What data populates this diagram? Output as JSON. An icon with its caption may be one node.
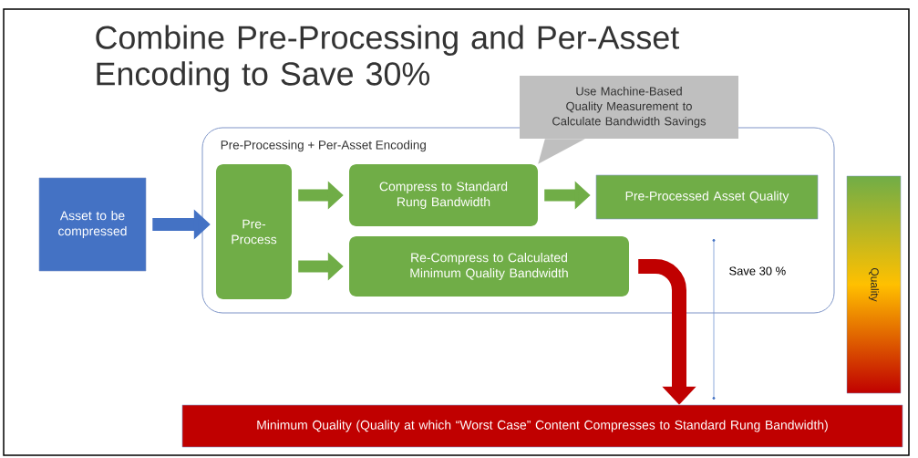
{
  "diagram": {
    "title": "Combine Pre-Processing and Per-Asset Encoding to Save 30%",
    "nodes": [
      {
        "text": [
          "Asset to be compressed"
        ]
      },
      {
        "text": [
          "Pre-Processing + Per-Asset Encoding"
        ]
      },
      {
        "text": [
          "Pre-Process"
        ],
        "in": 1
      },
      {
        "text": [
          "Compress to Standard Rung Bandwidth"
        ],
        "in": 1
      },
      {
        "text": [
          "Pre-Processed Asset Quality"
        ],
        "in": 1
      },
      {
        "text": [
          "Re-Compress to Calculated Minimum Quality Bandwidth"
        ],
        "in": 1
      },
      {
        "text": [
          "Minimum Quality (Quality at which “Worst Case” Content Compresses to Standard Rung Bandwidth)"
        ]
      },
      {
        "text": [
          "Quality"
        ]
      },
      {
        "text": [
          "Use Machine-Based Quality Measurement to Calculate Bandwidth Savings"
        ]
      }
    ],
    "edges": [
      {
        "from": 0,
        "to": 2,
        "arrow": "to",
        "color": "#4472c4"
      },
      {
        "from": 2,
        "to": 3,
        "arrow": "to"
      },
      {
        "from": 2,
        "to": 5,
        "arrow": "to"
      },
      {
        "from": 3,
        "to": 4,
        "arrow": "to"
      },
      {
        "from": 5,
        "to": 6,
        "arrow": "to",
        "color": "#c00000"
      },
      {
        "from": 8,
        "to": 3,
        "arrow": "none",
        "color": "#bfbfbf"
      }
    ],
    "labels": [
      "Save 30 %"
    ]
  }
}
